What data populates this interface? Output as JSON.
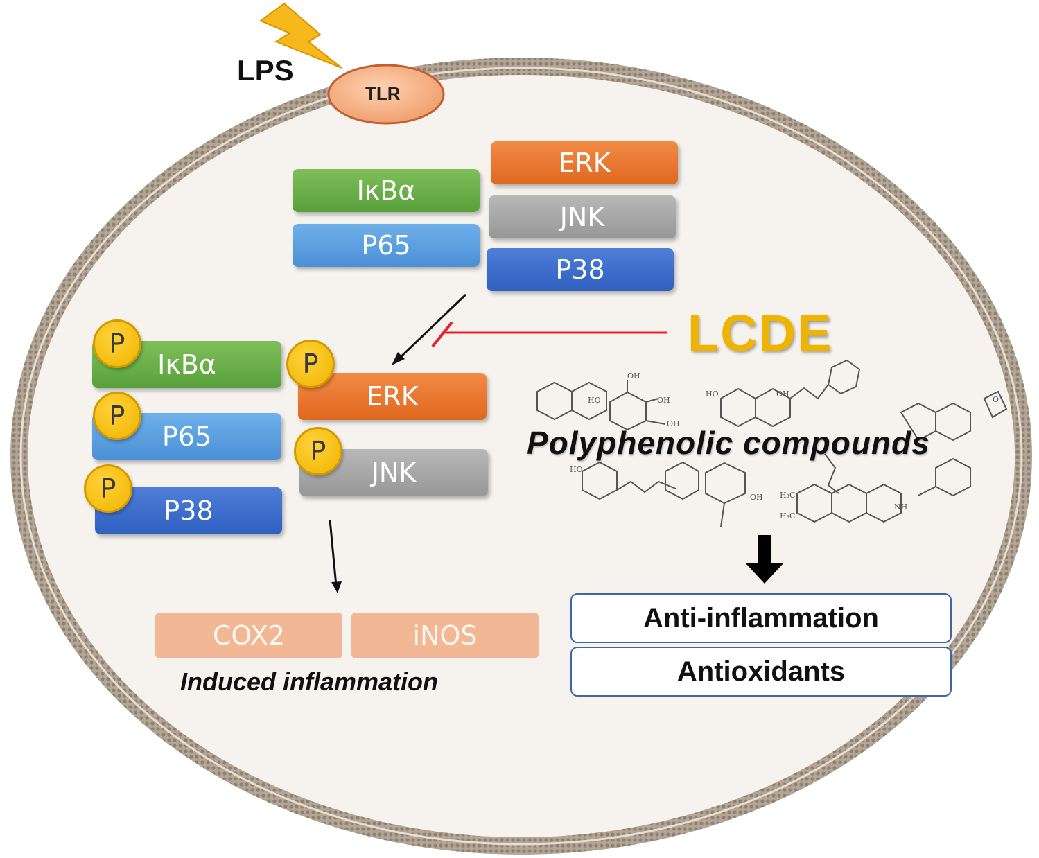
{
  "stimulus": {
    "label": "LPS"
  },
  "receptor": {
    "label": "TLR"
  },
  "inactive": {
    "nfkb": [
      "IκBα",
      "P65"
    ],
    "mapk": [
      "ERK",
      "JNK",
      "P38"
    ]
  },
  "phosphorylated": {
    "badge": "P",
    "left": [
      "IκBα",
      "P65",
      "P38"
    ],
    "right": [
      "ERK",
      "JNK"
    ]
  },
  "inhibitor": {
    "label": "LCDE"
  },
  "compounds": {
    "label": "Polyphenolic compounds"
  },
  "products": {
    "items": [
      "COX2",
      "iNOS"
    ],
    "caption": "Induced inflammation"
  },
  "outcomes": [
    "Anti-inflammation",
    "Antioxidants"
  ],
  "colors": {
    "membrane": "#a09280",
    "cytoplasm": "#f6f3ef",
    "lcde": "#f0b400",
    "inhibition": "#e8202a",
    "ikba": "#6ab04c",
    "p65": "#5ba3e3",
    "erk": "#ec7a35",
    "jnk": "#a8a8a8",
    "p38": "#3d6fcf",
    "product": "#f2b896"
  }
}
